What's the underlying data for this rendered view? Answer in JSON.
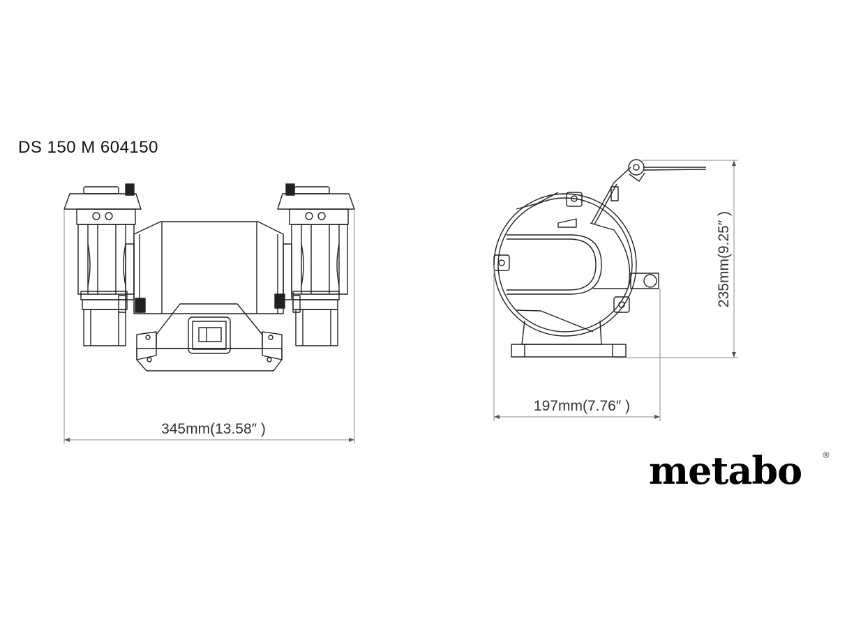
{
  "header": {
    "title": "DS 150 M 604150"
  },
  "views": {
    "front": {
      "label": "front-view",
      "width_dimension": "345mm(13.58″ )"
    },
    "side": {
      "label": "side-view",
      "depth_dimension": "197mm(7.76″ )",
      "height_dimension": "235mm(9.25″ )"
    }
  },
  "brand": {
    "logo_text": "metabo",
    "registered_mark": "®"
  },
  "colors": {
    "line": "#222222",
    "dimension_line": "#777777",
    "background": "#ffffff"
  }
}
